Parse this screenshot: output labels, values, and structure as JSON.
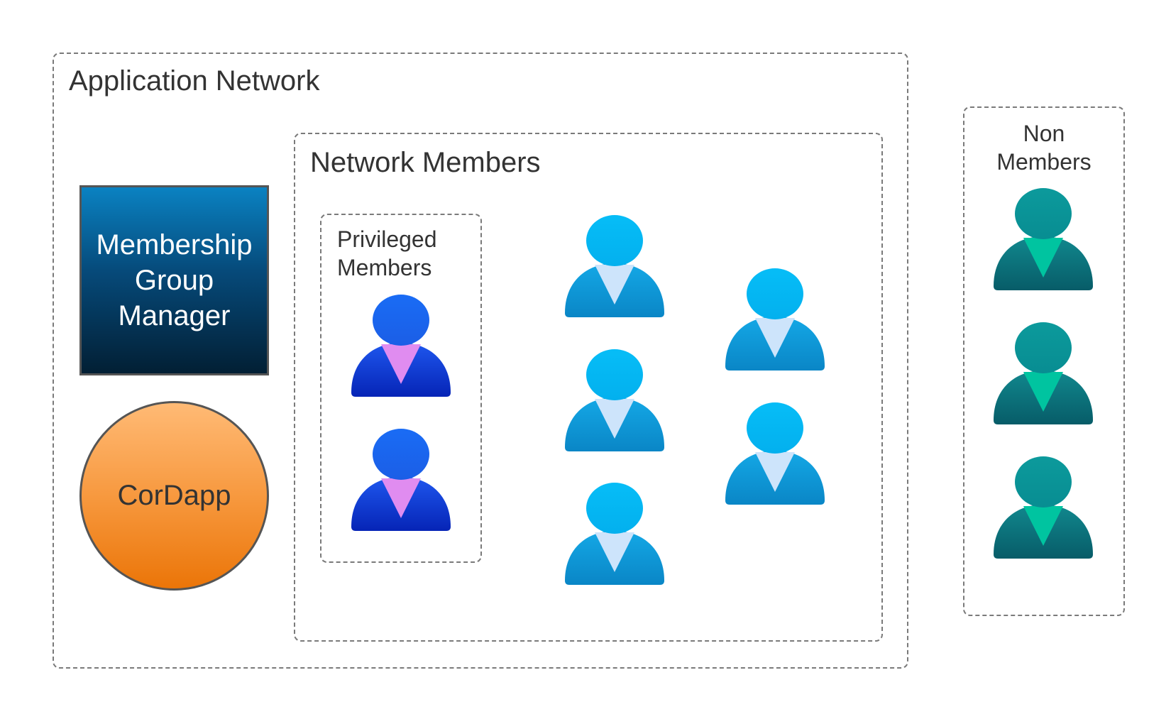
{
  "application_network": {
    "label": "Application Network"
  },
  "network_members": {
    "label": "Network Members"
  },
  "privileged_members": {
    "label_line1": "Privileged",
    "label_line2": "Members"
  },
  "non_members": {
    "label_line1": "Non",
    "label_line2": "Members"
  },
  "membership_group_manager": {
    "line1": "Membership",
    "line2": "Group",
    "line3": "Manager"
  },
  "cordapp": {
    "label": "CorDapp"
  },
  "people": {
    "privileged_count": 2,
    "regular_count": 5,
    "non_member_count": 3
  },
  "colors": {
    "privileged_body": "#0a33c8",
    "privileged_tie": "#e08cf0",
    "regular_body": "#0b8fd0",
    "regular_tie": "#cde4fb",
    "non_member_body": "#0a6f78",
    "non_member_tie": "#00c4a0",
    "mgm_top": "#0a82c2",
    "mgm_bottom": "#021f34",
    "cordapp_top": "#ffba75",
    "cordapp_bottom": "#eb7508"
  },
  "icons": {
    "person": "person-icon"
  }
}
